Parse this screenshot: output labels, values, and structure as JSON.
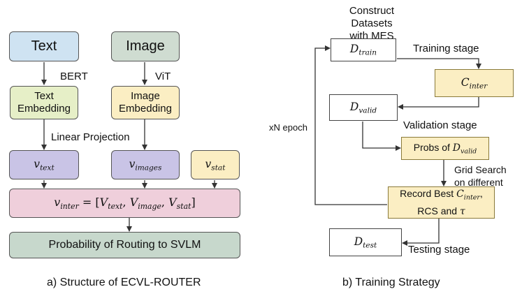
{
  "colors": {
    "blue": "#cfe3f2",
    "green_gray": "#cfdcd1",
    "yellow_green": "#e6efc7",
    "yellow": "#fbeec3",
    "purple": "#c9c4e6",
    "pink": "#efcfdb",
    "gray_green": "#c7d8cc",
    "line": "#333333"
  },
  "left": {
    "text_box": "Text",
    "image_box": "Image",
    "bert_label": "BERT",
    "vit_label": "ViT",
    "text_embedding": [
      "Text",
      "Embedding"
    ],
    "image_embedding": [
      "Image",
      "Embedding"
    ],
    "linear_projection": "Linear Projection",
    "v_text": {
      "base": "v",
      "sub": "text"
    },
    "v_images": {
      "base": "v",
      "sub": "images"
    },
    "v_stat": {
      "base": "v",
      "sub": "stat"
    },
    "v_inter": {
      "lhs": "v",
      "lhs_sub": "inter",
      "eq": " = [",
      "V": "V",
      "s1": "text",
      "s2": "image",
      "s3": "stat",
      "close": "]"
    },
    "probability_box": "Probability of Routing to SVLM",
    "caption": "a) Structure of ECVL-ROUTER"
  },
  "right": {
    "title": [
      "Construct Datasets",
      "with MES"
    ],
    "d_train": {
      "base": "D",
      "sub": "train"
    },
    "training_stage": "Training stage",
    "c_inter": {
      "base": "C",
      "sub": "inter"
    },
    "d_valid": {
      "base": "D",
      "sub": "valid"
    },
    "validation_stage": "Validation stage",
    "probs_of": "Probs of",
    "grid_search": [
      "Grid Search",
      "on different"
    ],
    "record_best": "Record Best",
    "rcs_and": "RCS and",
    "tau": "τ",
    "epoch_label": "xN epoch",
    "d_test": {
      "base": "D",
      "sub": "test"
    },
    "testing_stage": "Testing stage",
    "caption": "b) Training Strategy"
  }
}
